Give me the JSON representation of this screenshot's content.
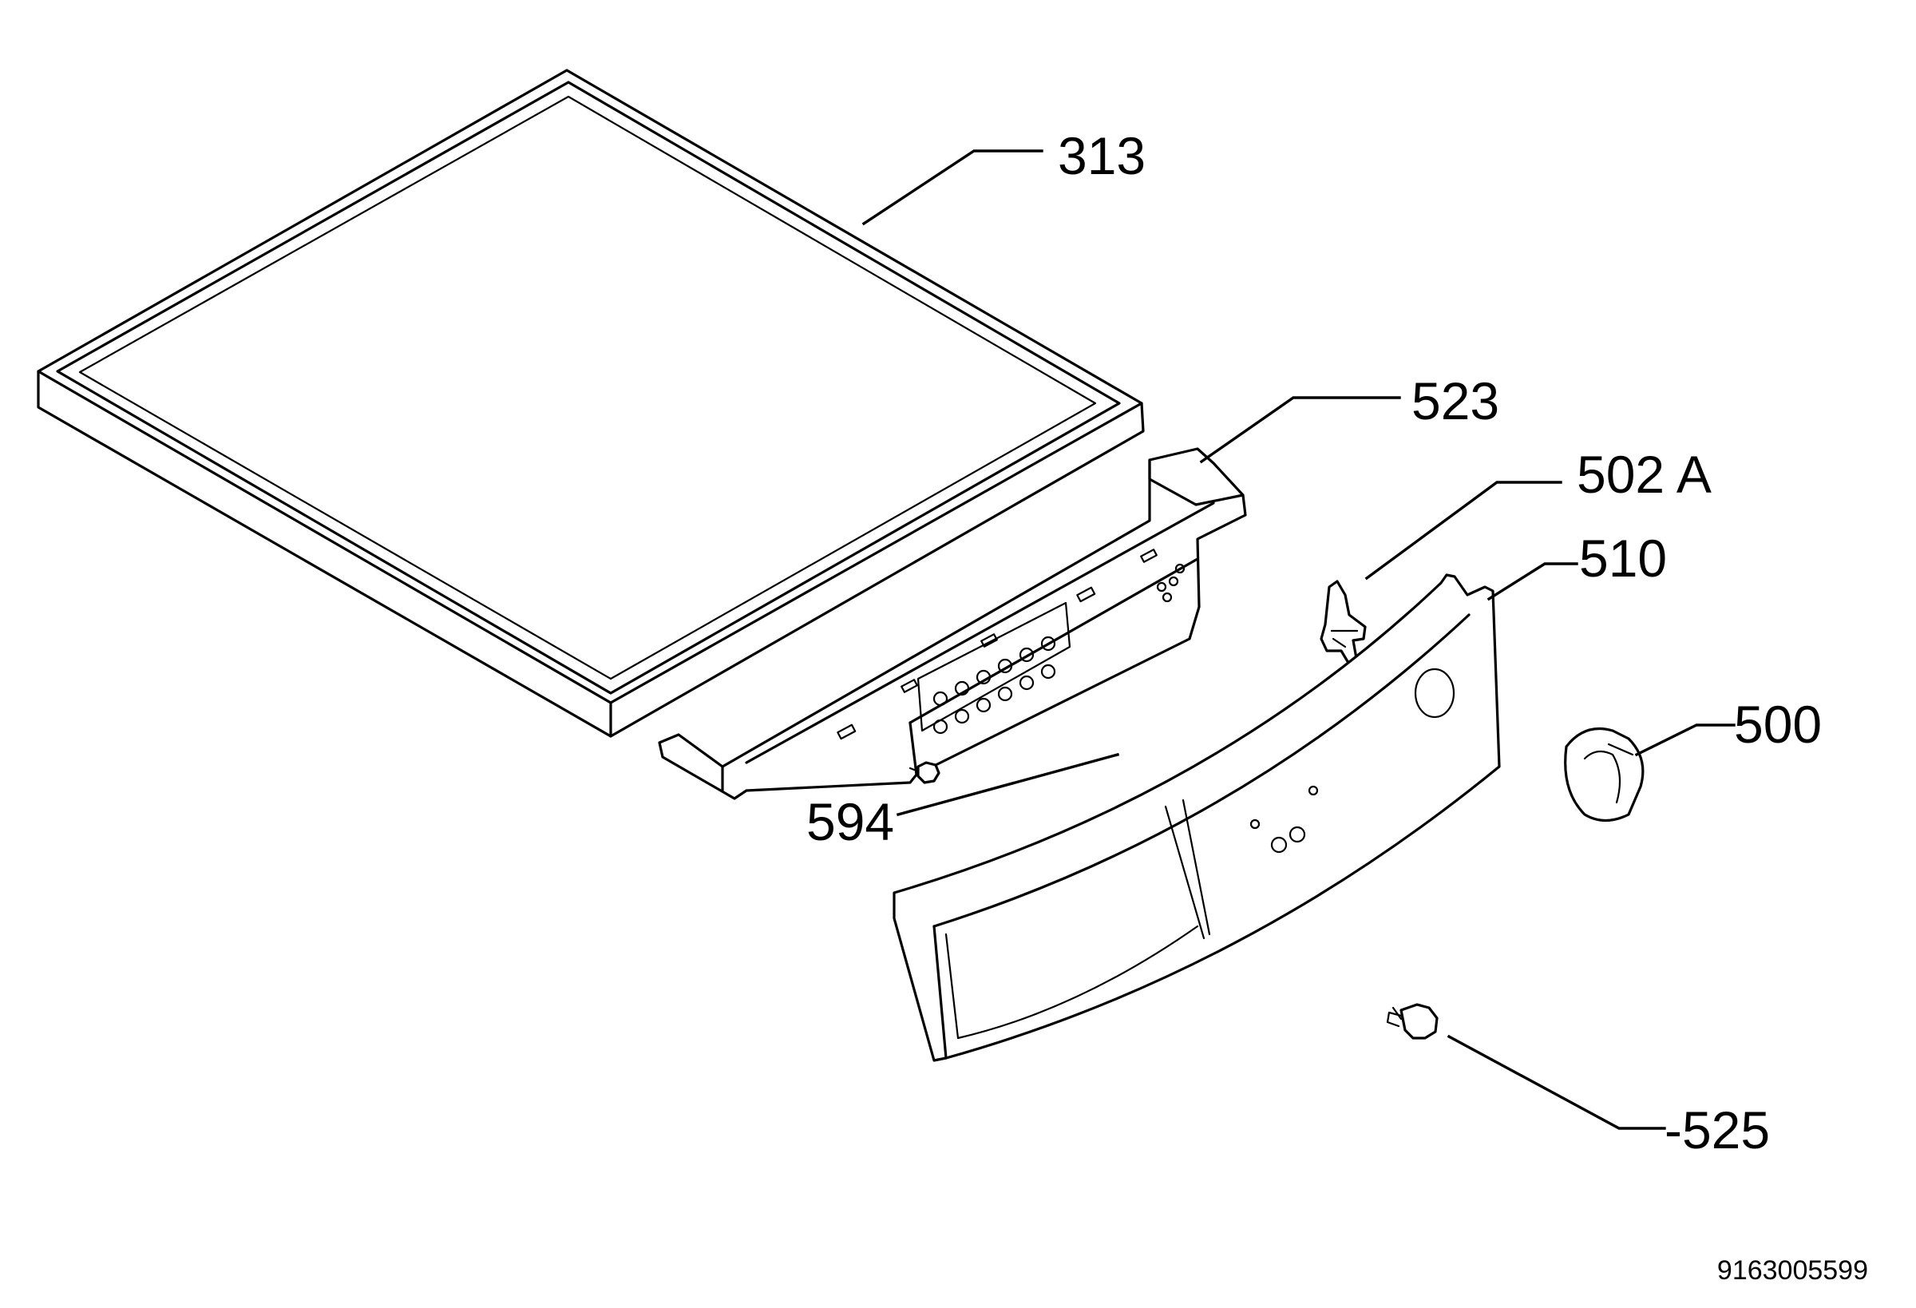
{
  "diagram": {
    "callouts": [
      {
        "id": "lid",
        "label": "313"
      },
      {
        "id": "bracket",
        "label": "523"
      },
      {
        "id": "clip",
        "label": "502 A"
      },
      {
        "id": "panel",
        "label": "510"
      },
      {
        "id": "knob",
        "label": "500"
      },
      {
        "id": "screw",
        "label": "594"
      },
      {
        "id": "button",
        "label": "-525"
      }
    ],
    "drawing_number": "9163005599"
  }
}
